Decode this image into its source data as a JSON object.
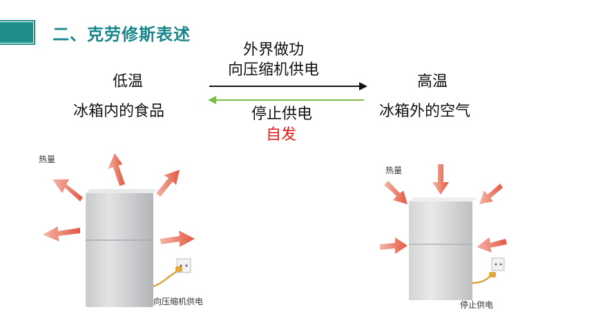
{
  "header": {
    "title": "二、克劳修斯表述"
  },
  "left": {
    "line1": "低温",
    "line2": "冰箱内的食品"
  },
  "right": {
    "line1": "高温",
    "line2": "冰箱外的空气"
  },
  "forward": {
    "line1": "外界做功",
    "line2": "向压缩机供电"
  },
  "reverse": {
    "line1": "停止供电",
    "line2": "自发"
  },
  "figures": {
    "left": {
      "heat_label": "热量",
      "caption": "向压缩机供电"
    },
    "right": {
      "heat_label": "热量",
      "caption": "停止供电"
    }
  },
  "colors": {
    "accent": "#1f8f8a",
    "title": "#17868a",
    "arrow_forward": "#111111",
    "arrow_reverse": "#7dbb4a",
    "highlight": "#e21a1a",
    "heat_arrow": "#e8604f"
  }
}
